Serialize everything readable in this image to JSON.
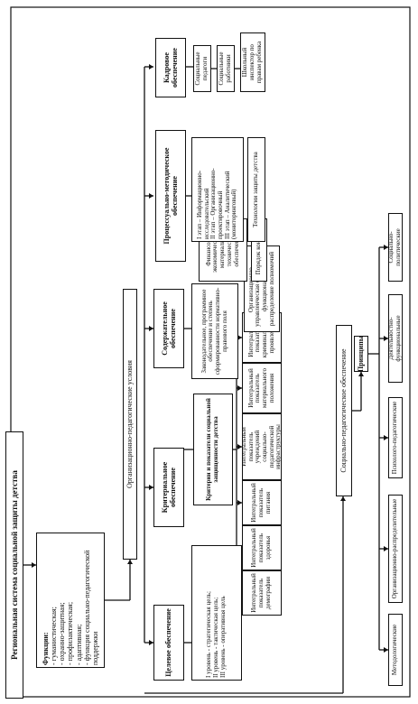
{
  "title": "Региональная система социальной защиты детства",
  "functions": {
    "header": "Функции:",
    "items": [
      "- гуманистическая;",
      "- охранно-защитная;",
      "- профилактическая;",
      "- адаптивная;",
      "- функция социально-педагогической поддержки"
    ]
  },
  "org_ped_conditions": "Организационно-педагогические условия",
  "social_ped_support": "Социально-педагогическое обеспечение",
  "principles": "Принципы",
  "principle_items": [
    "Методологические",
    "Организационно-распределительные",
    "Психолого-педагогические",
    "Деятельностно-функциональные",
    "Социально-политические"
  ],
  "blocks": {
    "target": {
      "title": "Целевое обеспечение",
      "levels": [
        "I уровень - стратегическая цель;",
        "II уровень - тактическая цель;",
        "III уровень - оперативная цель"
      ]
    },
    "criteria": {
      "title": "Критериальное обеспечение",
      "subtitle": "Критерии и показатели социальной защищенности детства",
      "items": [
        "Интегральный показатель демографии",
        "Интегральный показатель здоровья",
        "Интегральный показатель питания",
        "Интегральный показатель учреждений социально-педагогической инфраструктуры",
        "Интегральный показатель материального положения",
        "Интегральный показатель криминальных проявлений"
      ]
    },
    "content": {
      "title": "Содержательное обеспечение",
      "items": [
        "Законодательное, программное обеспечение и степень сформированности нормативно-правового поля",
        "Организационно-управленческая структура и функциональное распределение полномочий",
        "Финансово-экономическое и материально-техническое обеспечение",
        "Порядок контроля"
      ]
    },
    "process": {
      "title": "Процессуально-методическое обеспечение",
      "stages": [
        "I этап – Информационно-исследовательский",
        "II этап – Организационно-проектировочный",
        "III этап – Аналитический (мониторинговый)"
      ],
      "tech": "Технологии защиты детства"
    },
    "staff": {
      "title": "Кадровое обеспечение",
      "items": [
        "Социальные педагоги",
        "Социальные работники",
        "Школьный инспектор по правам ребенка"
      ]
    }
  }
}
